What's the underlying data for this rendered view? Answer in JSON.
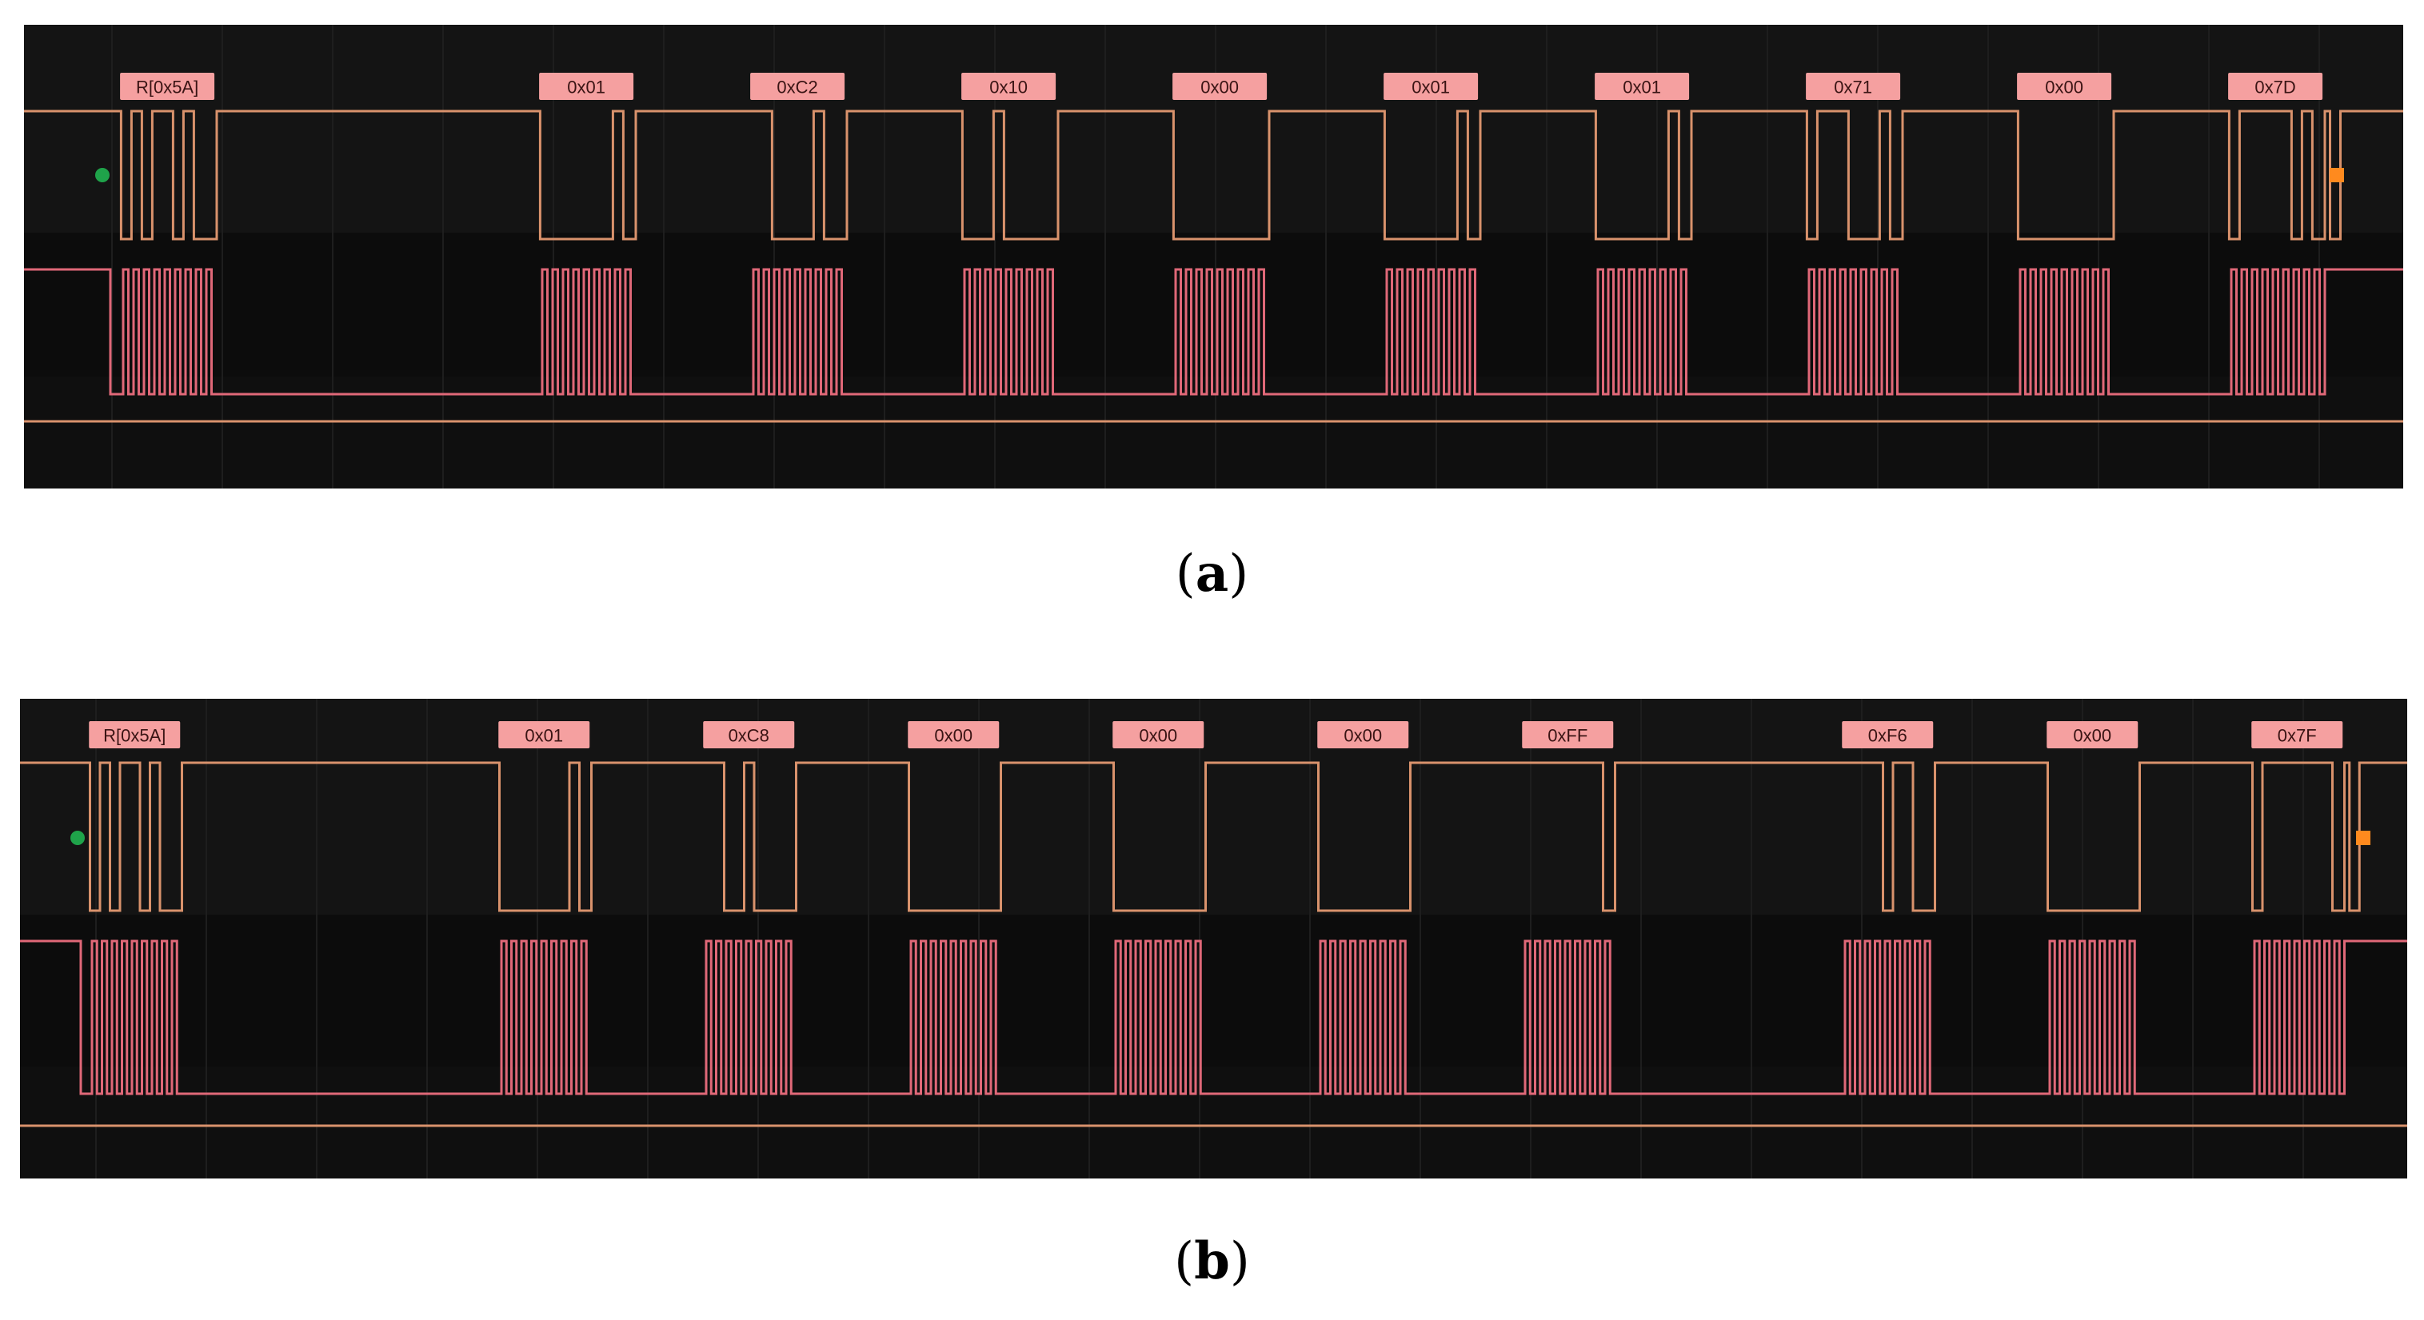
{
  "figure": {
    "panels": [
      {
        "id": "a",
        "caption": "a",
        "labels": [
          "R[0x5A]",
          "0x01",
          "0xC2",
          "0x10",
          "0x00",
          "0x01",
          "0x01",
          "0x71",
          "0x00",
          "0x7D"
        ],
        "start_marker": "green-dot",
        "end_marker": "orange-square"
      },
      {
        "id": "b",
        "caption": "b",
        "labels": [
          "R[0x5A]",
          "0x01",
          "0xC8",
          "0x00",
          "0x00",
          "0x00",
          "0xFF",
          "0xF6",
          "0x00",
          "0x7F"
        ],
        "start_marker": "green-dot",
        "end_marker": "orange-square"
      }
    ],
    "colors": {
      "background": "#0f0f0f",
      "lane_background": "#141414",
      "sda_trace": "#d9926c",
      "scl_trace": "#e06878",
      "label_fill": "#f5a0a0",
      "label_text": "#3a1414",
      "start_marker": "#1fa34a",
      "end_marker": "#ff8a1e",
      "baseline": "#d9926c"
    }
  }
}
